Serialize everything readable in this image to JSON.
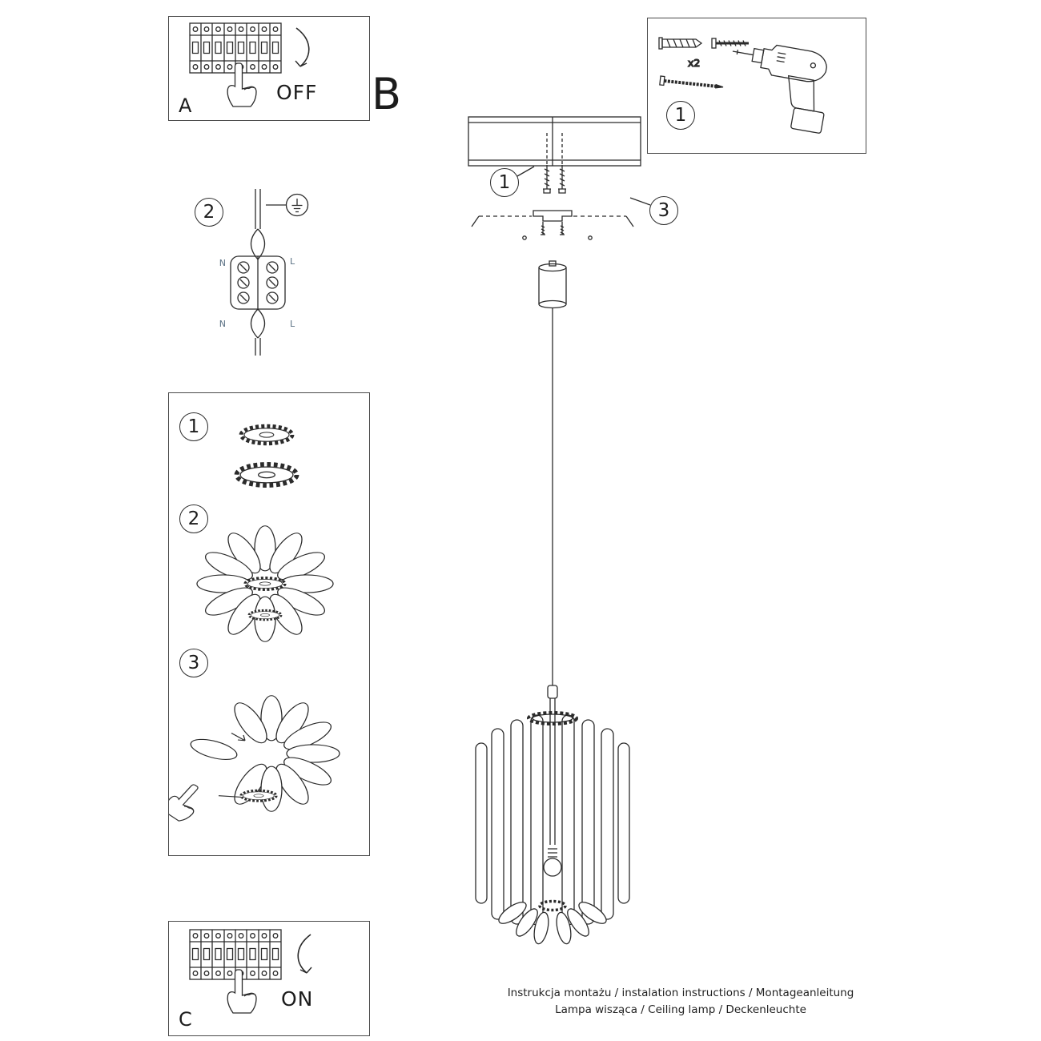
{
  "page": {
    "footer": {
      "line1": "Instrukcja montażu / instalation instructions / Montageanleitung",
      "line2": "Lampa wisząca / Ceiling lamp / Deckenleuchte"
    },
    "colors": {
      "line": "#2b2b2b",
      "wire_label": "#5a7184",
      "border": "#4a4a4a"
    }
  },
  "power_off": {
    "letter": "A",
    "action": "OFF"
  },
  "overview": {
    "letter": "B"
  },
  "power_on": {
    "letter": "C",
    "action": "ON"
  },
  "tools": {
    "step": "1",
    "quantity": "x2"
  },
  "wiring": {
    "step": "2",
    "neutral_top": "N",
    "live_top": "L",
    "neutral_bottom": "N",
    "live_bottom": "L"
  },
  "assembly": {
    "step1": "1",
    "step2": "2",
    "step3": "3"
  },
  "mounting": {
    "step1": "1",
    "step3": "3"
  }
}
